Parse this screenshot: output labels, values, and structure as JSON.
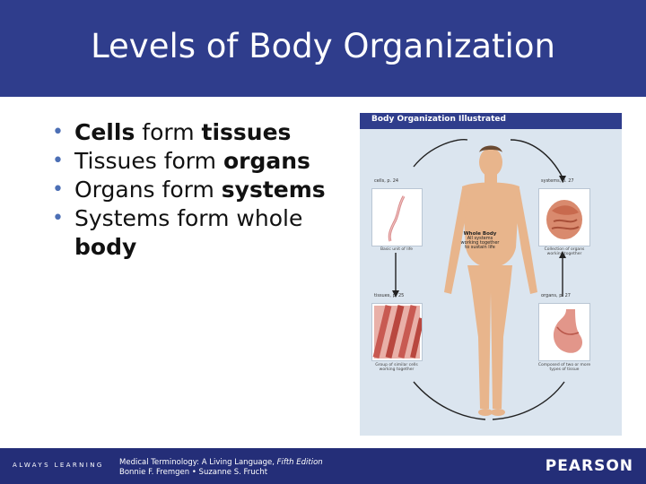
{
  "slide": {
    "title": "Levels of Body Organization"
  },
  "bullets": [
    {
      "parts": [
        {
          "text": "Cells",
          "bold": true
        },
        {
          "text": " form ",
          "bold": false
        },
        {
          "text": "tissues",
          "bold": true
        }
      ]
    },
    {
      "parts": [
        {
          "text": "Tissues form ",
          "bold": false
        },
        {
          "text": "organs",
          "bold": true
        }
      ]
    },
    {
      "parts": [
        {
          "text": "Organs form ",
          "bold": false
        },
        {
          "text": "systems",
          "bold": true
        }
      ]
    },
    {
      "parts": [
        {
          "text": "Systems form whole ",
          "bold": false
        },
        {
          "text": "body",
          "bold": true
        }
      ]
    }
  ],
  "figure": {
    "title": "Body Organization Illustrated",
    "cell_label": "cells, p. 24",
    "cell_caption": "Basic unit of life",
    "tissue_label": "tissues, p. 25",
    "tissue_caption": "Group of similar cells working together",
    "system_label": "systems, p. 27",
    "system_caption": "Collection of organs working together",
    "organ_label": "organs, p. 27",
    "organ_caption": "Composed of two or more types of tissue",
    "whole_body_title": "Whole Body",
    "whole_body_caption": "All systems working together to sustain life"
  },
  "footer": {
    "brand_left": "ALWAYS LEARNING",
    "credit_line1_a": "Medical Terminology: A Living Language, ",
    "credit_line1_b": "Fifth Edition",
    "credit_line2": "Bonnie F. Fremgen • Suzanne S. Frucht",
    "brand_right": "PEARSON"
  },
  "colors": {
    "header": "#2f3d8c",
    "footer": "#242e78",
    "bullet": "#4c6fb5",
    "figure_bg": "#dbe5ef",
    "skin": "#e8b58c"
  }
}
